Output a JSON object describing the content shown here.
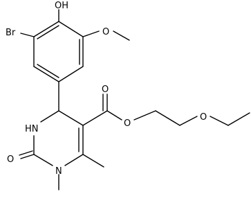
{
  "atoms": {
    "oh": "OH",
    "br": "Br",
    "o_methoxy": "O",
    "o_carbonyl": "O",
    "o_ester": "O",
    "o_ether": "O",
    "nh": "HN",
    "o_urea": "O",
    "n_methyl": "N"
  }
}
